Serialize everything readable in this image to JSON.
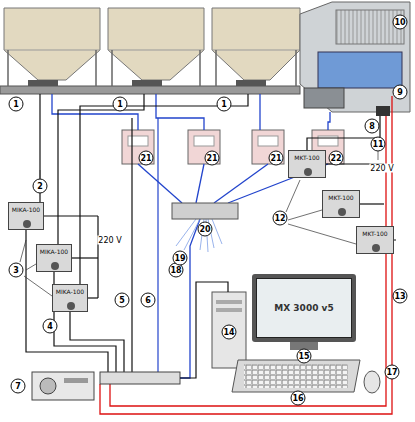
{
  "diagram": {
    "nodes": [
      {
        "text": [
          "MKT-100"
        ]
      },
      {
        "text": [
          "MKT-100"
        ]
      },
      {
        "text": [
          "MKT-100"
        ]
      },
      {
        "text": [
          "MIKA-100"
        ]
      },
      {
        "text": [
          "MIKA-100"
        ]
      },
      {
        "text": [
          "MIKA-100"
        ]
      },
      {
        "text": [
          "MX 3000 v5"
        ]
      }
    ],
    "labels": [
      "1",
      "1",
      "1",
      "2",
      "3",
      "4",
      "5",
      "6",
      "7",
      "8",
      "9",
      "10",
      "11",
      "12",
      "13",
      "14",
      "15",
      "16",
      "17",
      "18",
      "19",
      "20",
      "21",
      "21",
      "21",
      "22",
      "220 V",
      "220 V"
    ]
  }
}
